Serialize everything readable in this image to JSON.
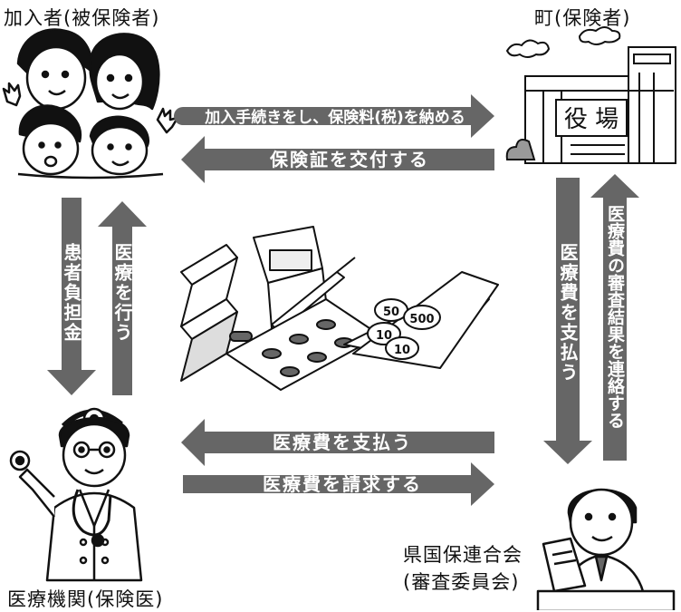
{
  "actors": {
    "insured": "加入者(被保険者)",
    "town": "町(保険者)",
    "town_hall_sign": "役 場",
    "medical": "医療機関(保険医)",
    "federation_line1": "県国保連合会",
    "federation_line2": "(審査委員会)"
  },
  "flows": {
    "enroll": "加入手続きをし、保険料(税)を納める",
    "issue_card": "保険証を交付する",
    "copay": "患者負担金",
    "treat": "医療を行う",
    "town_pays": "医療費を支払う",
    "review_report": "医療費の審査結果を連絡する",
    "federation_pays": "医療費を支払う",
    "claim": "医療費を請求する"
  },
  "coins": [
    "50",
    "500",
    "10",
    "10"
  ],
  "colors": {
    "arrow": "#666666",
    "arrow_text": "#ffffff",
    "line": "#111111"
  }
}
